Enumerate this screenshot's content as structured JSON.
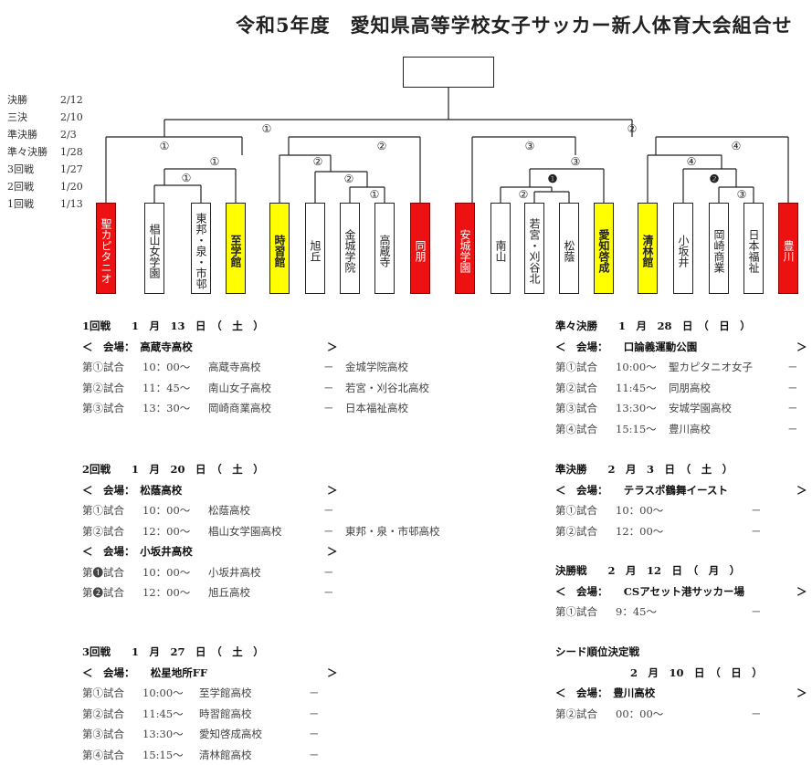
{
  "title": "令和5年度　愛知県高等学校女子サッカー新人体育大会組合せ",
  "legend": [
    {
      "round": "決勝",
      "date": "2/12"
    },
    {
      "round": "三決",
      "date": "2/10"
    },
    {
      "round": "準決勝",
      "date": "2/3"
    },
    {
      "round": "準々決勝",
      "date": "1/28"
    },
    {
      "round": "3回戦",
      "date": "1/27"
    },
    {
      "round": "2回戦",
      "date": "1/20"
    },
    {
      "round": "1回戦",
      "date": "1/13"
    }
  ],
  "bracket_labels": {
    "top_left": "①",
    "top_right": "②",
    "l_q1": "①",
    "l_q2": "②",
    "r_q1": "③",
    "r_q2": "④",
    "l1_r1": "①",
    "l1_r2": "①",
    "l2_r1": "②",
    "l2_r2": "②",
    "l2_r3": "①",
    "r1_r1": "❶",
    "r1_r2": "③",
    "r1_r3": "②",
    "r2_r1": "④",
    "r2_r2": "❷",
    "r2_r3": "③"
  },
  "teams": [
    {
      "name": "聖カピタニオ",
      "color": "red"
    },
    {
      "name": "椙山女学園",
      "color": "white"
    },
    {
      "name": "東邦・泉・市邨",
      "color": "white"
    },
    {
      "name": "至学館",
      "color": "yellow"
    },
    {
      "name": "時習館",
      "color": "yellow"
    },
    {
      "name": "旭丘",
      "color": "white"
    },
    {
      "name": "金城学院",
      "color": "white"
    },
    {
      "name": "高蔵寺",
      "color": "white"
    },
    {
      "name": "同朋",
      "color": "red"
    },
    {
      "name": "安城学園",
      "color": "red"
    },
    {
      "name": "南山",
      "color": "white"
    },
    {
      "name": "若宮・刈谷北",
      "color": "white"
    },
    {
      "name": "松蔭",
      "color": "white"
    },
    {
      "name": "愛知啓成",
      "color": "yellow"
    },
    {
      "name": "清林館",
      "color": "yellow"
    },
    {
      "name": "小坂井",
      "color": "white"
    },
    {
      "name": "岡崎商業",
      "color": "white"
    },
    {
      "name": "日本福祉",
      "color": "white"
    },
    {
      "name": "豊川",
      "color": "red"
    }
  ],
  "schedule": {
    "r1": {
      "header": "1回戦　　1　月　13　日　（　土　）",
      "venue": "＜　会場：　高蔵寺高校",
      "matches": [
        {
          "no": "第①試合",
          "time": "10：00～",
          "a": "高蔵寺高校",
          "dash": "－",
          "b": "金城学院高校"
        },
        {
          "no": "第②試合",
          "time": "11：45～",
          "a": "南山女子高校",
          "dash": "－",
          "b": "若宮・刈谷北高校"
        },
        {
          "no": "第③試合",
          "time": "13：30～",
          "a": "岡崎商業高校",
          "dash": "－",
          "b": "日本福祉高校"
        }
      ]
    },
    "r2": {
      "header": "2回戦　　1　月　20　日　（　土　）",
      "venue": "＜　会場：　松蔭高校",
      "matches": [
        {
          "no": "第①試合",
          "time": "10：00～",
          "a": "松蔭高校",
          "dash": "－",
          "b": ""
        },
        {
          "no": "第②試合",
          "time": "12：00～",
          "a": "椙山女学園高校",
          "dash": "－",
          "b": "東邦・泉・市邨高校"
        }
      ],
      "venue2": "＜　会場：　小坂井高校",
      "matches2": [
        {
          "no": "第❶試合",
          "time": "10：00～",
          "a": "小坂井高校",
          "dash": "－",
          "b": ""
        },
        {
          "no": "第❷試合",
          "time": "12：00～",
          "a": "旭丘高校",
          "dash": "－",
          "b": ""
        }
      ]
    },
    "r3": {
      "header": "3回戦　　1　月　27　日　（　土　）",
      "venue": "＜　会場：　　松星地所FF",
      "matches": [
        {
          "no": "第①試合",
          "time": "10:00～",
          "a": "至学館高校",
          "dash": "－",
          "b": ""
        },
        {
          "no": "第②試合",
          "time": "11:45～",
          "a": "時習館高校",
          "dash": "－",
          "b": ""
        },
        {
          "no": "第③試合",
          "time": "13:30～",
          "a": "愛知啓成高校",
          "dash": "－",
          "b": ""
        },
        {
          "no": "第④試合",
          "time": "15:15～",
          "a": "清林館高校",
          "dash": "－",
          "b": ""
        }
      ]
    },
    "qf": {
      "header": "準々決勝　　1　月　28　日　（　日　）",
      "venue": "＜　会場：　　口論義運動公園",
      "matches": [
        {
          "no": "第①試合",
          "time": "10:00～",
          "a": "聖カピタニオ女子",
          "dash": "－",
          "b": ""
        },
        {
          "no": "第②試合",
          "time": "11:45～",
          "a": "同朋高校",
          "dash": "－",
          "b": ""
        },
        {
          "no": "第③試合",
          "time": "13:30～",
          "a": "安城学園高校",
          "dash": "－",
          "b": ""
        },
        {
          "no": "第④試合",
          "time": "15:15～",
          "a": "豊川高校",
          "dash": "－",
          "b": ""
        }
      ]
    },
    "sf": {
      "header": "準決勝　　2　月　3　日　（　土　）",
      "venue": "＜　会場：　　テラスポ鶴舞イースト",
      "matches": [
        {
          "no": "第①試合",
          "time": "10：00～",
          "a": "",
          "dash": "－",
          "b": ""
        },
        {
          "no": "第②試合",
          "time": "12：00～",
          "a": "",
          "dash": "－",
          "b": ""
        }
      ]
    },
    "f": {
      "header": "決勝戦　　2　月　12　日　（　月　）",
      "venue": "＜　会場：　　CSアセット港サッカー場",
      "matches": [
        {
          "no": "第①試合",
          "time": "9：45～",
          "a": "",
          "dash": "－",
          "b": ""
        }
      ]
    },
    "third": {
      "header": "シード順位決定戦",
      "subheader": "2　月　10　日　（　日　）",
      "venue": "＜　会場：　豊川高校",
      "matches": [
        {
          "no": "第②試合",
          "time": "00：00～",
          "a": "",
          "dash": "－",
          "b": ""
        }
      ]
    },
    "close_bracket": "＞"
  }
}
